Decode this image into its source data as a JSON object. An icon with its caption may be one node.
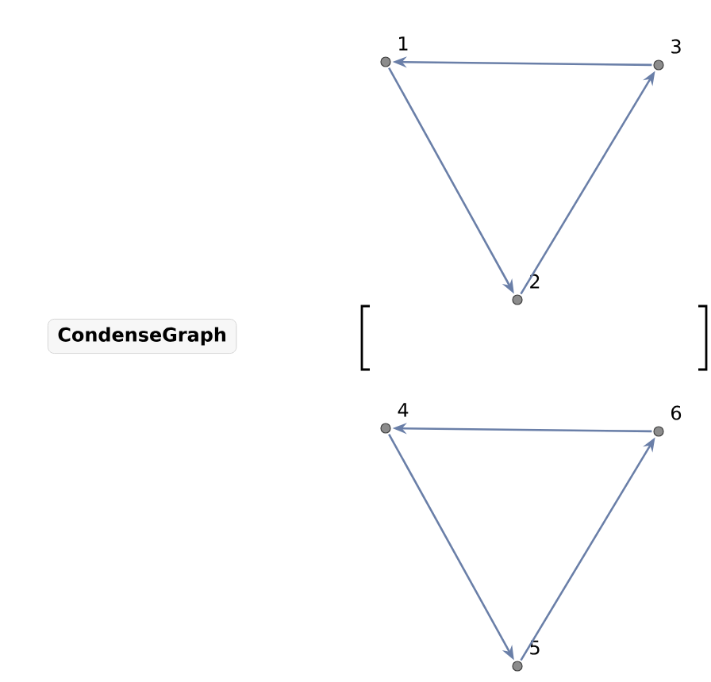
{
  "diagram": {
    "nodes": [
      {
        "text": [
          "CondenseGraph"
        ]
      },
      {
        "text": [],
        "shape": "circle",
        "beside": [
          "1"
        ]
      },
      {
        "text": [],
        "shape": "circle",
        "beside": [
          "3"
        ]
      },
      {
        "text": [],
        "shape": "circle",
        "beside": [
          "2"
        ]
      },
      {
        "text": [],
        "shape": "circle",
        "beside": [
          "4"
        ]
      },
      {
        "text": [],
        "shape": "circle",
        "beside": [
          "6"
        ]
      },
      {
        "text": [],
        "shape": "circle",
        "beside": [
          "5"
        ]
      }
    ],
    "edges": [
      {
        "from": 2,
        "to": 1,
        "arrow": "to"
      },
      {
        "from": 1,
        "to": 3,
        "arrow": "to"
      },
      {
        "from": 3,
        "to": 2,
        "arrow": "to"
      },
      {
        "from": 5,
        "to": 4,
        "arrow": "to"
      },
      {
        "from": 4,
        "to": 6,
        "arrow": "to"
      },
      {
        "from": 6,
        "to": 5,
        "arrow": "to"
      }
    ]
  }
}
